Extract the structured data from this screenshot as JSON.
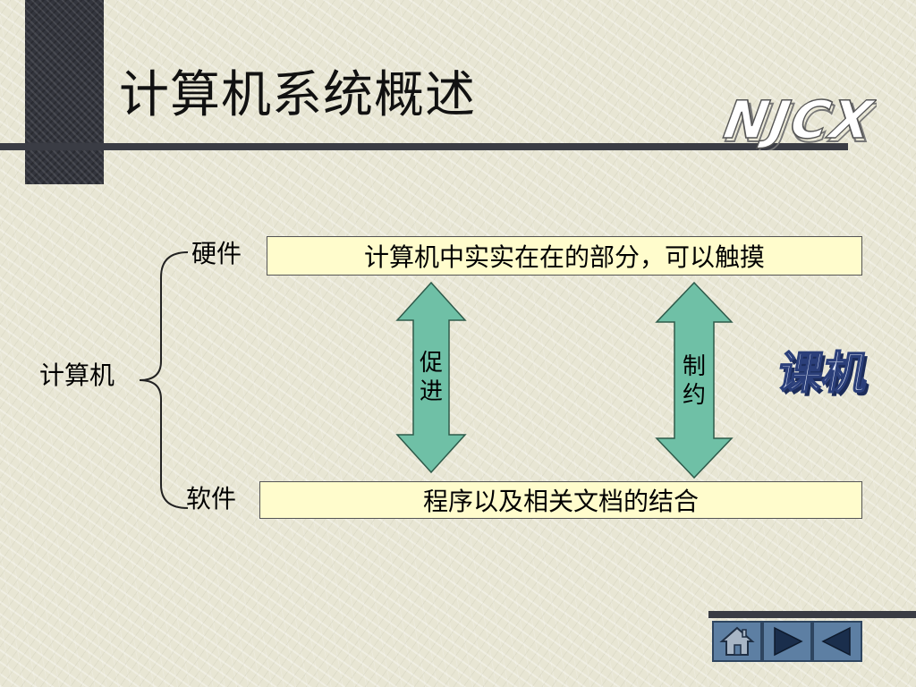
{
  "slide": {
    "title": "计算机系统概述",
    "logo_text": "NJCX",
    "courseware_logo_text": "课机"
  },
  "diagram": {
    "root": "计算机",
    "hardware": {
      "label": "硬件",
      "description": "计算机中实实在在的部分，可以触摸"
    },
    "software": {
      "label": "软件",
      "description": "程序以及相关文档的结合"
    },
    "relations": [
      {
        "label_line1": "促",
        "label_line2": "进",
        "color": "#6fc0a6"
      },
      {
        "label_line1": "制",
        "label_line2": "约",
        "color": "#6fc0a6"
      }
    ]
  },
  "navigation": {
    "icons": [
      "home-icon",
      "next-icon",
      "previous-icon"
    ],
    "button_color": "#5d7fa3"
  }
}
